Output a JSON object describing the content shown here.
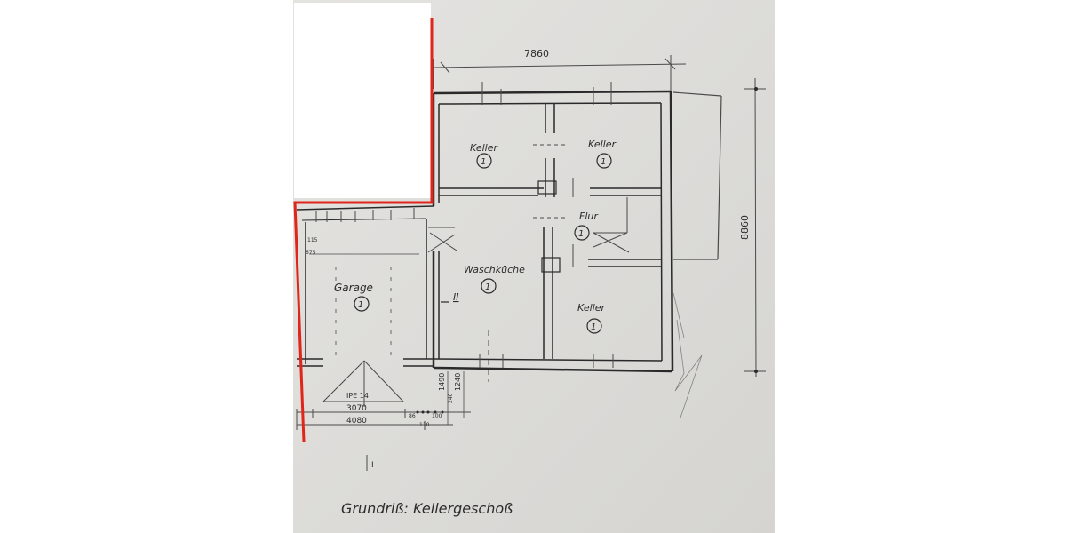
{
  "title": "Grundriß: Kellergeschoß",
  "dimensions": {
    "total_width": "7860",
    "total_depth": "8860",
    "garage_opening": "3070",
    "garage_outer": "4080",
    "door_label": "IPE 14",
    "depth_a": "1490",
    "depth_b": "1240",
    "small_a": "115",
    "small_b": "675",
    "small_c": "86",
    "small_d": "240",
    "small_e": "100",
    "small_f": "110"
  },
  "section_marks": {
    "main": "II",
    "bottom": "I"
  },
  "rooms": [
    {
      "name": "Keller",
      "number": "1"
    },
    {
      "name": "Keller",
      "number": "1"
    },
    {
      "name": "Flur",
      "number": "1"
    },
    {
      "name": "Waschküche",
      "number": "1"
    },
    {
      "name": "Keller",
      "number": "1"
    },
    {
      "name": "Garage",
      "number": "1"
    }
  ],
  "colors": {
    "paper": "#dcdbd8",
    "ink": "#2a2a2a",
    "boundary": "#e0261a",
    "mask": "#ffffff"
  }
}
